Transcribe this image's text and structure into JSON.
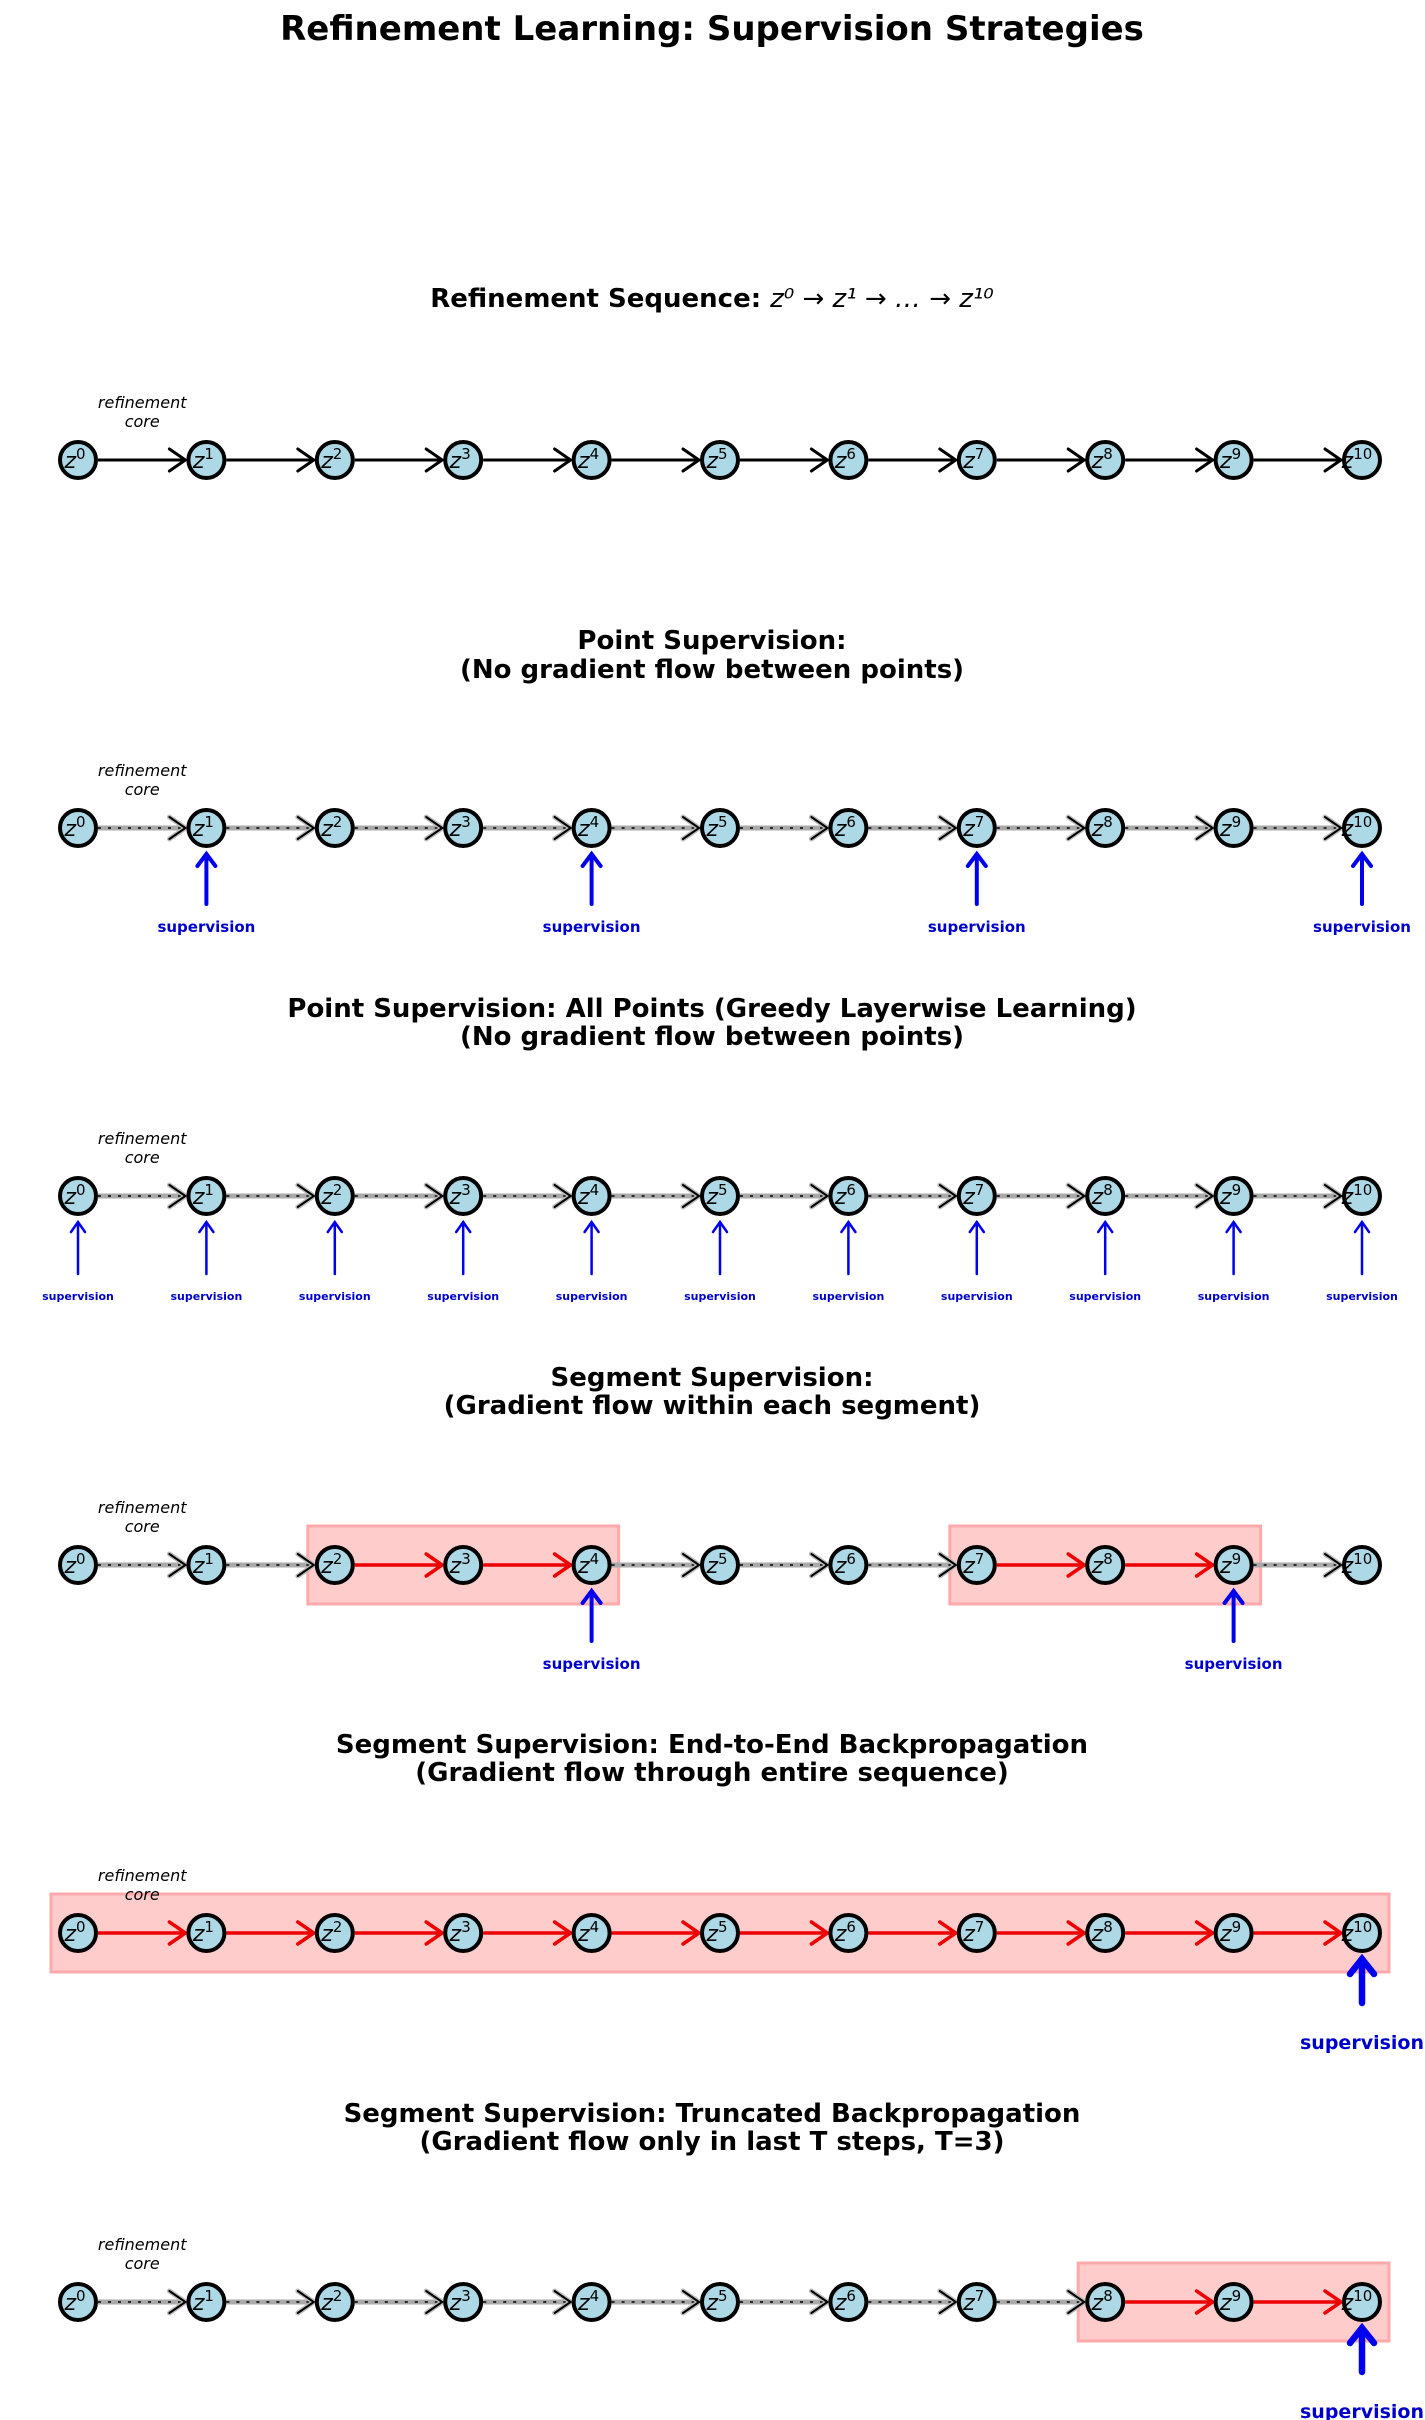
{
  "title": "Refinement Learning: Supervision Strategies",
  "colors": {
    "node_fill": "#add8e6",
    "node_stroke": "#000000",
    "plain_arrow": "#000000",
    "gradient_arrow": "#ee0000",
    "no_gradient_line": "#aaaaaa",
    "no_gradient_dots": "#000000",
    "segment_fill": "#ffcccc",
    "segment_stroke": "#ffaaaa",
    "supervision": "#0000ee"
  },
  "node_count": 11,
  "node_prefix": "z",
  "core_label_line1": "refinement",
  "core_label_line2": "core",
  "supervision_label": "supervision",
  "panels": [
    {
      "id": "sequence",
      "title_lines": [
        "Refinement Sequence: "
      ],
      "title_math": "z⁰ → z¹ → … → z¹⁰",
      "arrow_style": "plain",
      "gradient_edges": [],
      "segments": [],
      "supervised_nodes": [],
      "supervision_size": "none"
    },
    {
      "id": "point",
      "title_lines": [
        "Point Supervision:",
        "(No gradient flow between points)"
      ],
      "arrow_style": "no-gradient",
      "gradient_edges": [],
      "segments": [],
      "supervised_nodes": [
        1,
        4,
        7,
        10
      ],
      "supervision_size": "medium"
    },
    {
      "id": "point-all",
      "title_lines": [
        "Point Supervision: All Points (Greedy Layerwise Learning)",
        "(No gradient flow between points)"
      ],
      "arrow_style": "no-gradient",
      "gradient_edges": [],
      "segments": [],
      "supervised_nodes": [
        0,
        1,
        2,
        3,
        4,
        5,
        6,
        7,
        8,
        9,
        10
      ],
      "supervision_size": "small"
    },
    {
      "id": "segment",
      "title_lines": [
        "Segment Supervision:",
        "(Gradient flow within each segment)"
      ],
      "arrow_style": "no-gradient",
      "gradient_edges": [
        2,
        3,
        7,
        8
      ],
      "segments": [
        [
          2,
          4
        ],
        [
          7,
          9
        ]
      ],
      "supervised_nodes": [
        4,
        9
      ],
      "supervision_size": "medium"
    },
    {
      "id": "end-to-end",
      "title_lines": [
        "Segment Supervision: End-to-End Backpropagation",
        "(Gradient flow through entire sequence)"
      ],
      "arrow_style": "no-gradient",
      "gradient_edges": [
        0,
        1,
        2,
        3,
        4,
        5,
        6,
        7,
        8,
        9
      ],
      "segments": [
        [
          0,
          10
        ]
      ],
      "supervised_nodes": [
        10
      ],
      "supervision_size": "large"
    },
    {
      "id": "truncated",
      "title_lines": [
        "Segment Supervision: Truncated Backpropagation",
        "(Gradient flow only in last T steps, T=3)"
      ],
      "arrow_style": "no-gradient",
      "gradient_edges": [
        8,
        9
      ],
      "segments": [
        [
          8,
          10
        ]
      ],
      "supervised_nodes": [
        10
      ],
      "supervision_size": "large"
    }
  ]
}
